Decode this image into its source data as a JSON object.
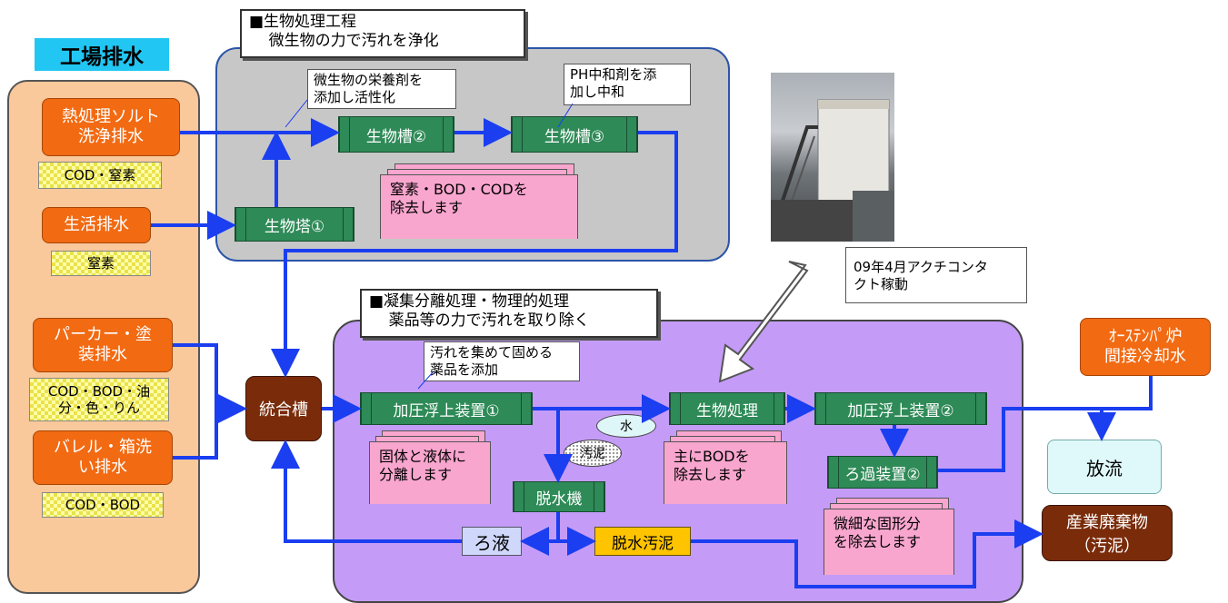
{
  "factory_label": "工場排水",
  "sources": {
    "heat_salt": "熱処理ソルト\n洗浄排水",
    "heat_salt_tag": "COD・窒素",
    "domestic": "生活排水",
    "domestic_tag": "窒素",
    "parker": "パーカー・塗\n装排水",
    "parker_tag": "COD・BOD・油\n分・色・りん",
    "barrel": "バレル・箱洗\nい排水",
    "barrel_tag": "COD・BOD"
  },
  "bio": {
    "title": "■生物処理工程\n    微生物の力で汚れを浄化",
    "nutrient_note": "微生物の栄養剤を\n添加し活性化",
    "ph_note": "PH中和剤を添\n加し中和",
    "tower1": "生物塔①",
    "tank2": "生物槽②",
    "tank3": "生物槽③",
    "removes": "窒素・BOD・CODを\n除去します"
  },
  "photo_caption": "09年4月アクチコンタ\nクト稼動",
  "coag": {
    "title": "■凝集分離処理・物理的処理\n    薬品等の力で汚れを取り除く",
    "chem_note": "汚れを集めて固める\n薬品を添加",
    "daf1": "加圧浮上装置①",
    "bio_proc": "生物処理",
    "daf2": "加圧浮上装置②",
    "filter2": "ろ過装置②",
    "dewater": "脱水機",
    "water": "水",
    "sludge_tag": "汚泥",
    "separate": "固体と液体に\n分離します",
    "bod_remove": "主にBODを\n除去します",
    "fine_remove": "微細な固形分\nを除去します",
    "filtrate": "ろ液",
    "dewatered_sludge": "脱水汚泥"
  },
  "integration_tank": "統合槽",
  "austemper": "ｵｰｽﾃﾝﾊﾟ炉\n間接冷却水",
  "discharge": "放流",
  "industrial_waste": "産業廃棄物\n（汚泥）",
  "colors": {
    "flow": "#1a3ef0",
    "bio_panel": "#c7c7c7",
    "coag_panel": "#c49cf7",
    "source_panel": "#f9c89b"
  }
}
